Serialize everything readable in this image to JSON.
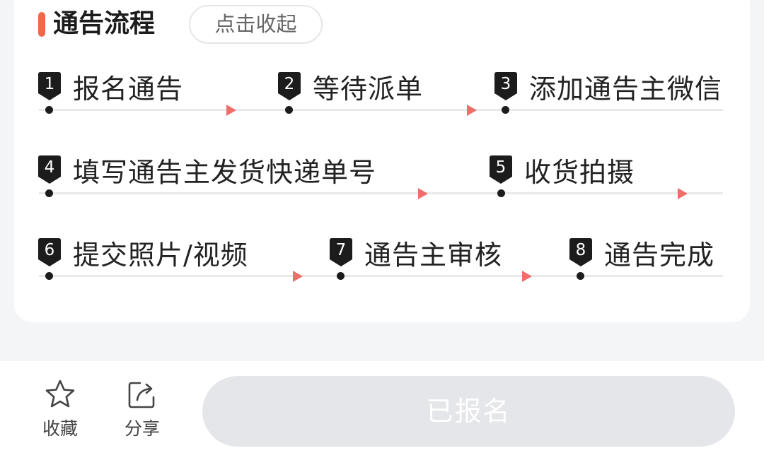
{
  "section": {
    "title": "通告流程",
    "collapse_label": "点击收起"
  },
  "steps": [
    {
      "num": "1",
      "label": "报名通告"
    },
    {
      "num": "2",
      "label": "等待派单"
    },
    {
      "num": "3",
      "label": "添加通告主微信"
    },
    {
      "num": "4",
      "label": "填写通告主发货快递单号"
    },
    {
      "num": "5",
      "label": "收货拍摄"
    },
    {
      "num": "6",
      "label": "提交照片/视频"
    },
    {
      "num": "7",
      "label": "通告主审核"
    },
    {
      "num": "8",
      "label": "通告完成"
    }
  ],
  "bottom": {
    "favorite_label": "收藏",
    "favorite_icon": "star-outline-icon",
    "share_label": "分享",
    "share_icon": "share-icon",
    "signup_label": "已报名"
  },
  "colors": {
    "accent": "#f0684a",
    "arrow": "#ee6e6a",
    "badge": "#1c1c1c",
    "disabled_button": "#e5e6ea"
  }
}
